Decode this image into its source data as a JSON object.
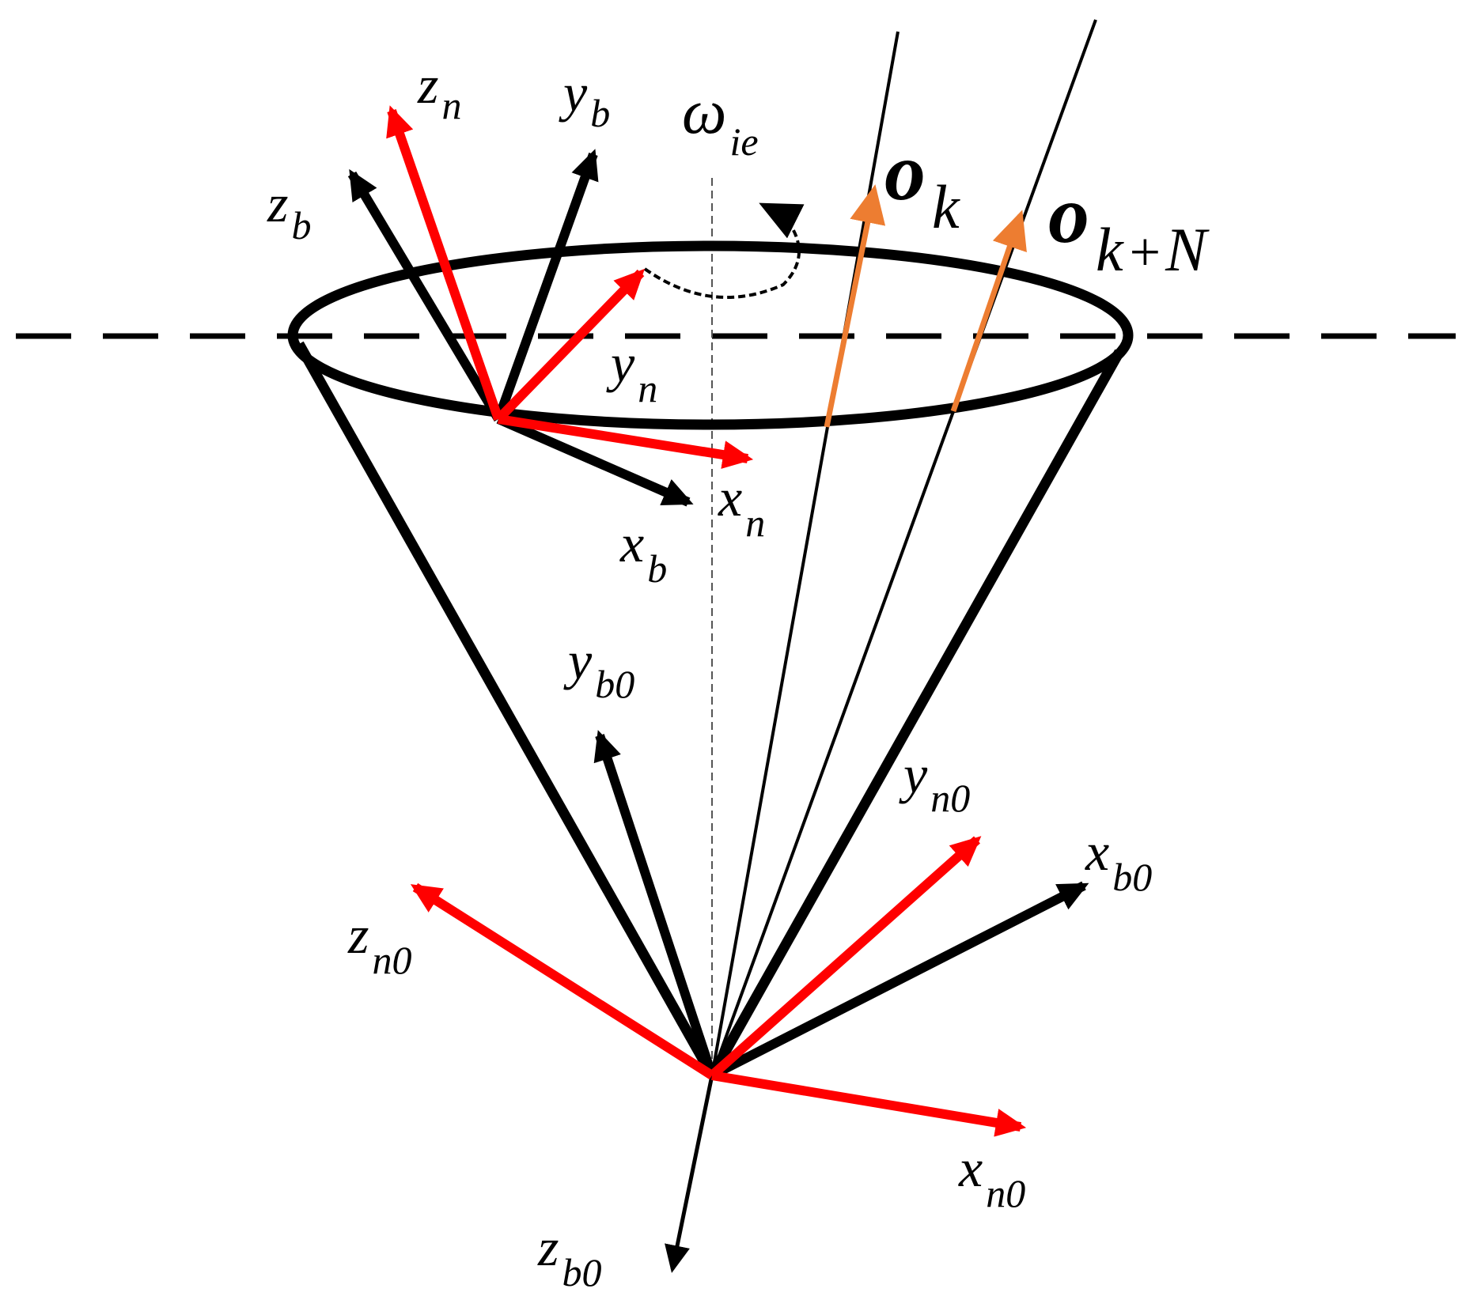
{
  "colors": {
    "black_axes": "#000000",
    "red_axes": "#ff0000",
    "orange_vectors": "#ed7d31"
  },
  "labels": {
    "zn": {
      "base": "z",
      "sub": "n"
    },
    "yb": {
      "base": "y",
      "sub": "b"
    },
    "zb": {
      "base": "z",
      "sub": "b"
    },
    "yn": {
      "base": "y",
      "sub": "n"
    },
    "xn": {
      "base": "x",
      "sub": "n"
    },
    "xb": {
      "base": "x",
      "sub": "b"
    },
    "wie": {
      "base": "ω",
      "sub": "ie"
    },
    "ok": {
      "base": "o",
      "sub": "k"
    },
    "okN": {
      "base": "o",
      "sub_k": "k",
      "sub_plus": "+",
      "sub_N": "N"
    },
    "yb0": {
      "base": "y",
      "sub": "b0"
    },
    "yn0": {
      "base": "y",
      "sub": "n0"
    },
    "xb0": {
      "base": "x",
      "sub": "b0"
    },
    "zn0": {
      "base": "z",
      "sub": "n0"
    },
    "xn0": {
      "base": "x",
      "sub": "n0"
    },
    "zb0": {
      "base": "z",
      "sub": "b0"
    }
  }
}
